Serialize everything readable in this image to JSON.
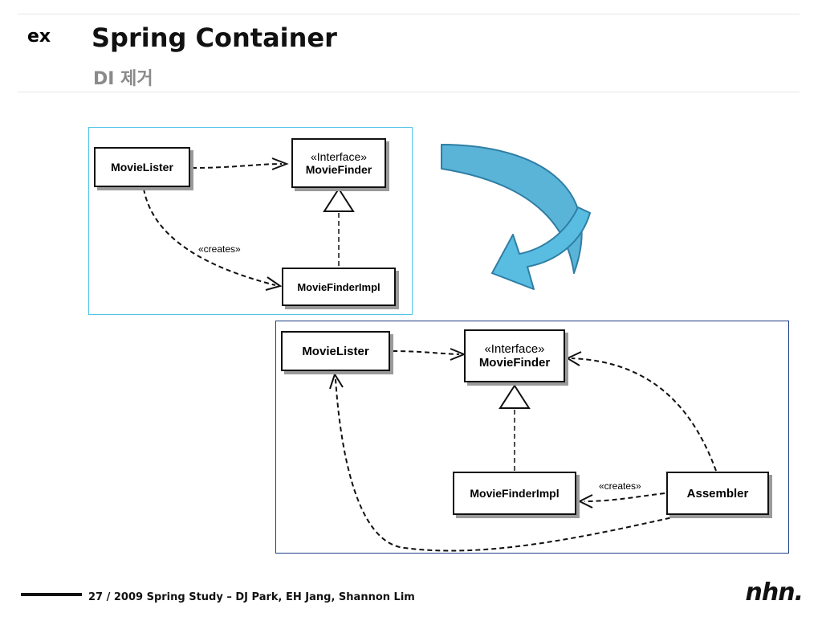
{
  "header": {
    "tag": "ex",
    "title": "Spring Container",
    "subtitle": "DI 제거"
  },
  "diagram_before": {
    "nodes": {
      "movie_lister": "MovieLister",
      "movie_finder_stereotype": "«Interface»",
      "movie_finder": "MovieFinder",
      "movie_finder_impl": "MovieFinderImpl"
    },
    "edge_label_creates": "«creates»"
  },
  "diagram_after": {
    "nodes": {
      "movie_lister": "MovieLister",
      "movie_finder_stereotype": "«Interface»",
      "movie_finder": "MovieFinder",
      "movie_finder_impl": "MovieFinderImpl",
      "assembler": "Assembler"
    },
    "edge_label_creates": "«creates»"
  },
  "colors": {
    "frame_before": "#4fc3e8",
    "frame_after": "#1f3e8a",
    "arrow_fill": "#55b9dd",
    "arrow_stroke": "#2a7fa6"
  },
  "footer": {
    "text": "27 / 2009 Spring Study – DJ Park, EH Jang, Shannon Lim",
    "logo": "nhn."
  }
}
